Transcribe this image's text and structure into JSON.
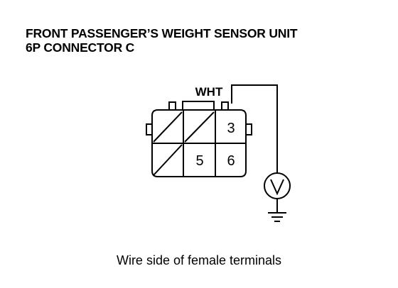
{
  "title_line_1": "FRONT PASSENGER’S WEIGHT SENSOR UNIT",
  "title_line_2": "6P CONNECTOR C",
  "wire_color_label": "WHT",
  "terminals": {
    "t3": "3",
    "t5": "5",
    "t6": "6"
  },
  "caption": "Wire side of female terminals",
  "icons": {
    "meter": "voltmeter-icon",
    "ground": "ground-icon"
  }
}
